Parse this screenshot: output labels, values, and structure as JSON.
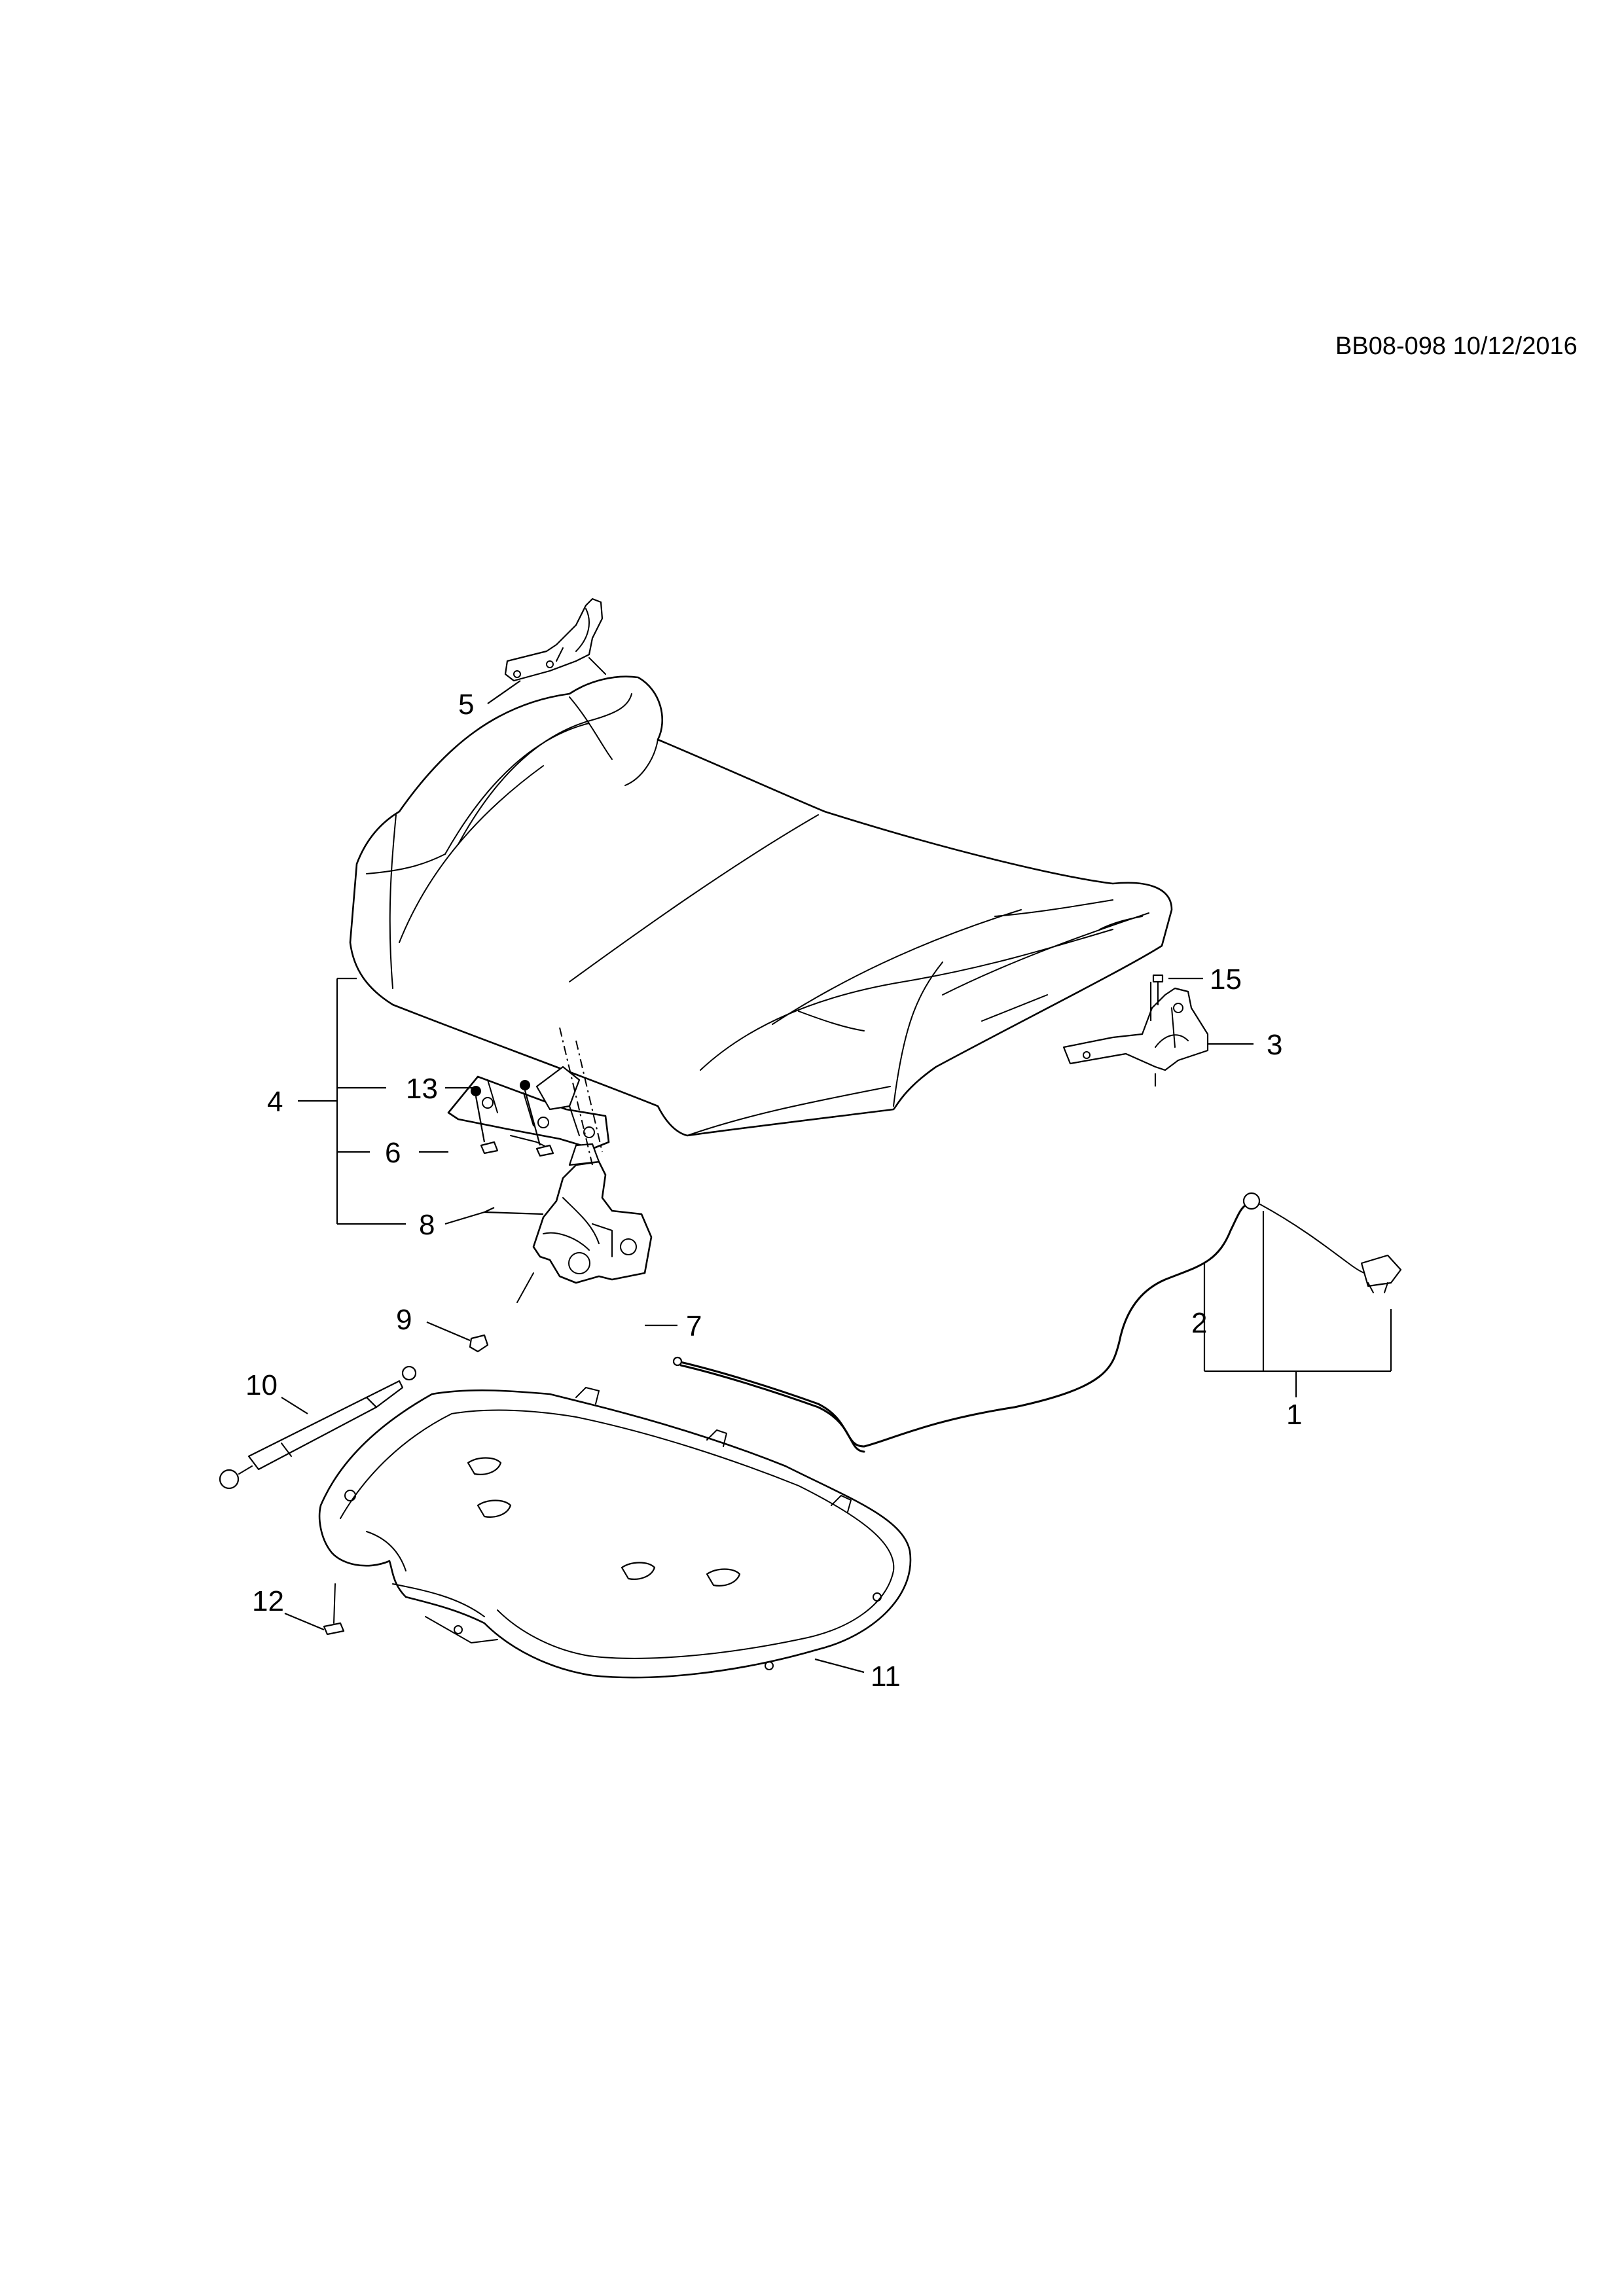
{
  "drawing_id": "BB08-098 10/12/2016",
  "callouts": [
    {
      "id": "c1",
      "label": "1"
    },
    {
      "id": "c2",
      "label": "2"
    },
    {
      "id": "c3",
      "label": "3"
    },
    {
      "id": "c4",
      "label": "4"
    },
    {
      "id": "c5",
      "label": "5"
    },
    {
      "id": "c6",
      "label": "6"
    },
    {
      "id": "c7",
      "label": "7"
    },
    {
      "id": "c8",
      "label": "8"
    },
    {
      "id": "c9",
      "label": "9"
    },
    {
      "id": "c10",
      "label": "10"
    },
    {
      "id": "c11",
      "label": "11"
    },
    {
      "id": "c12",
      "label": "12"
    },
    {
      "id": "c13",
      "label": "13"
    },
    {
      "id": "c15",
      "label": "15"
    }
  ]
}
